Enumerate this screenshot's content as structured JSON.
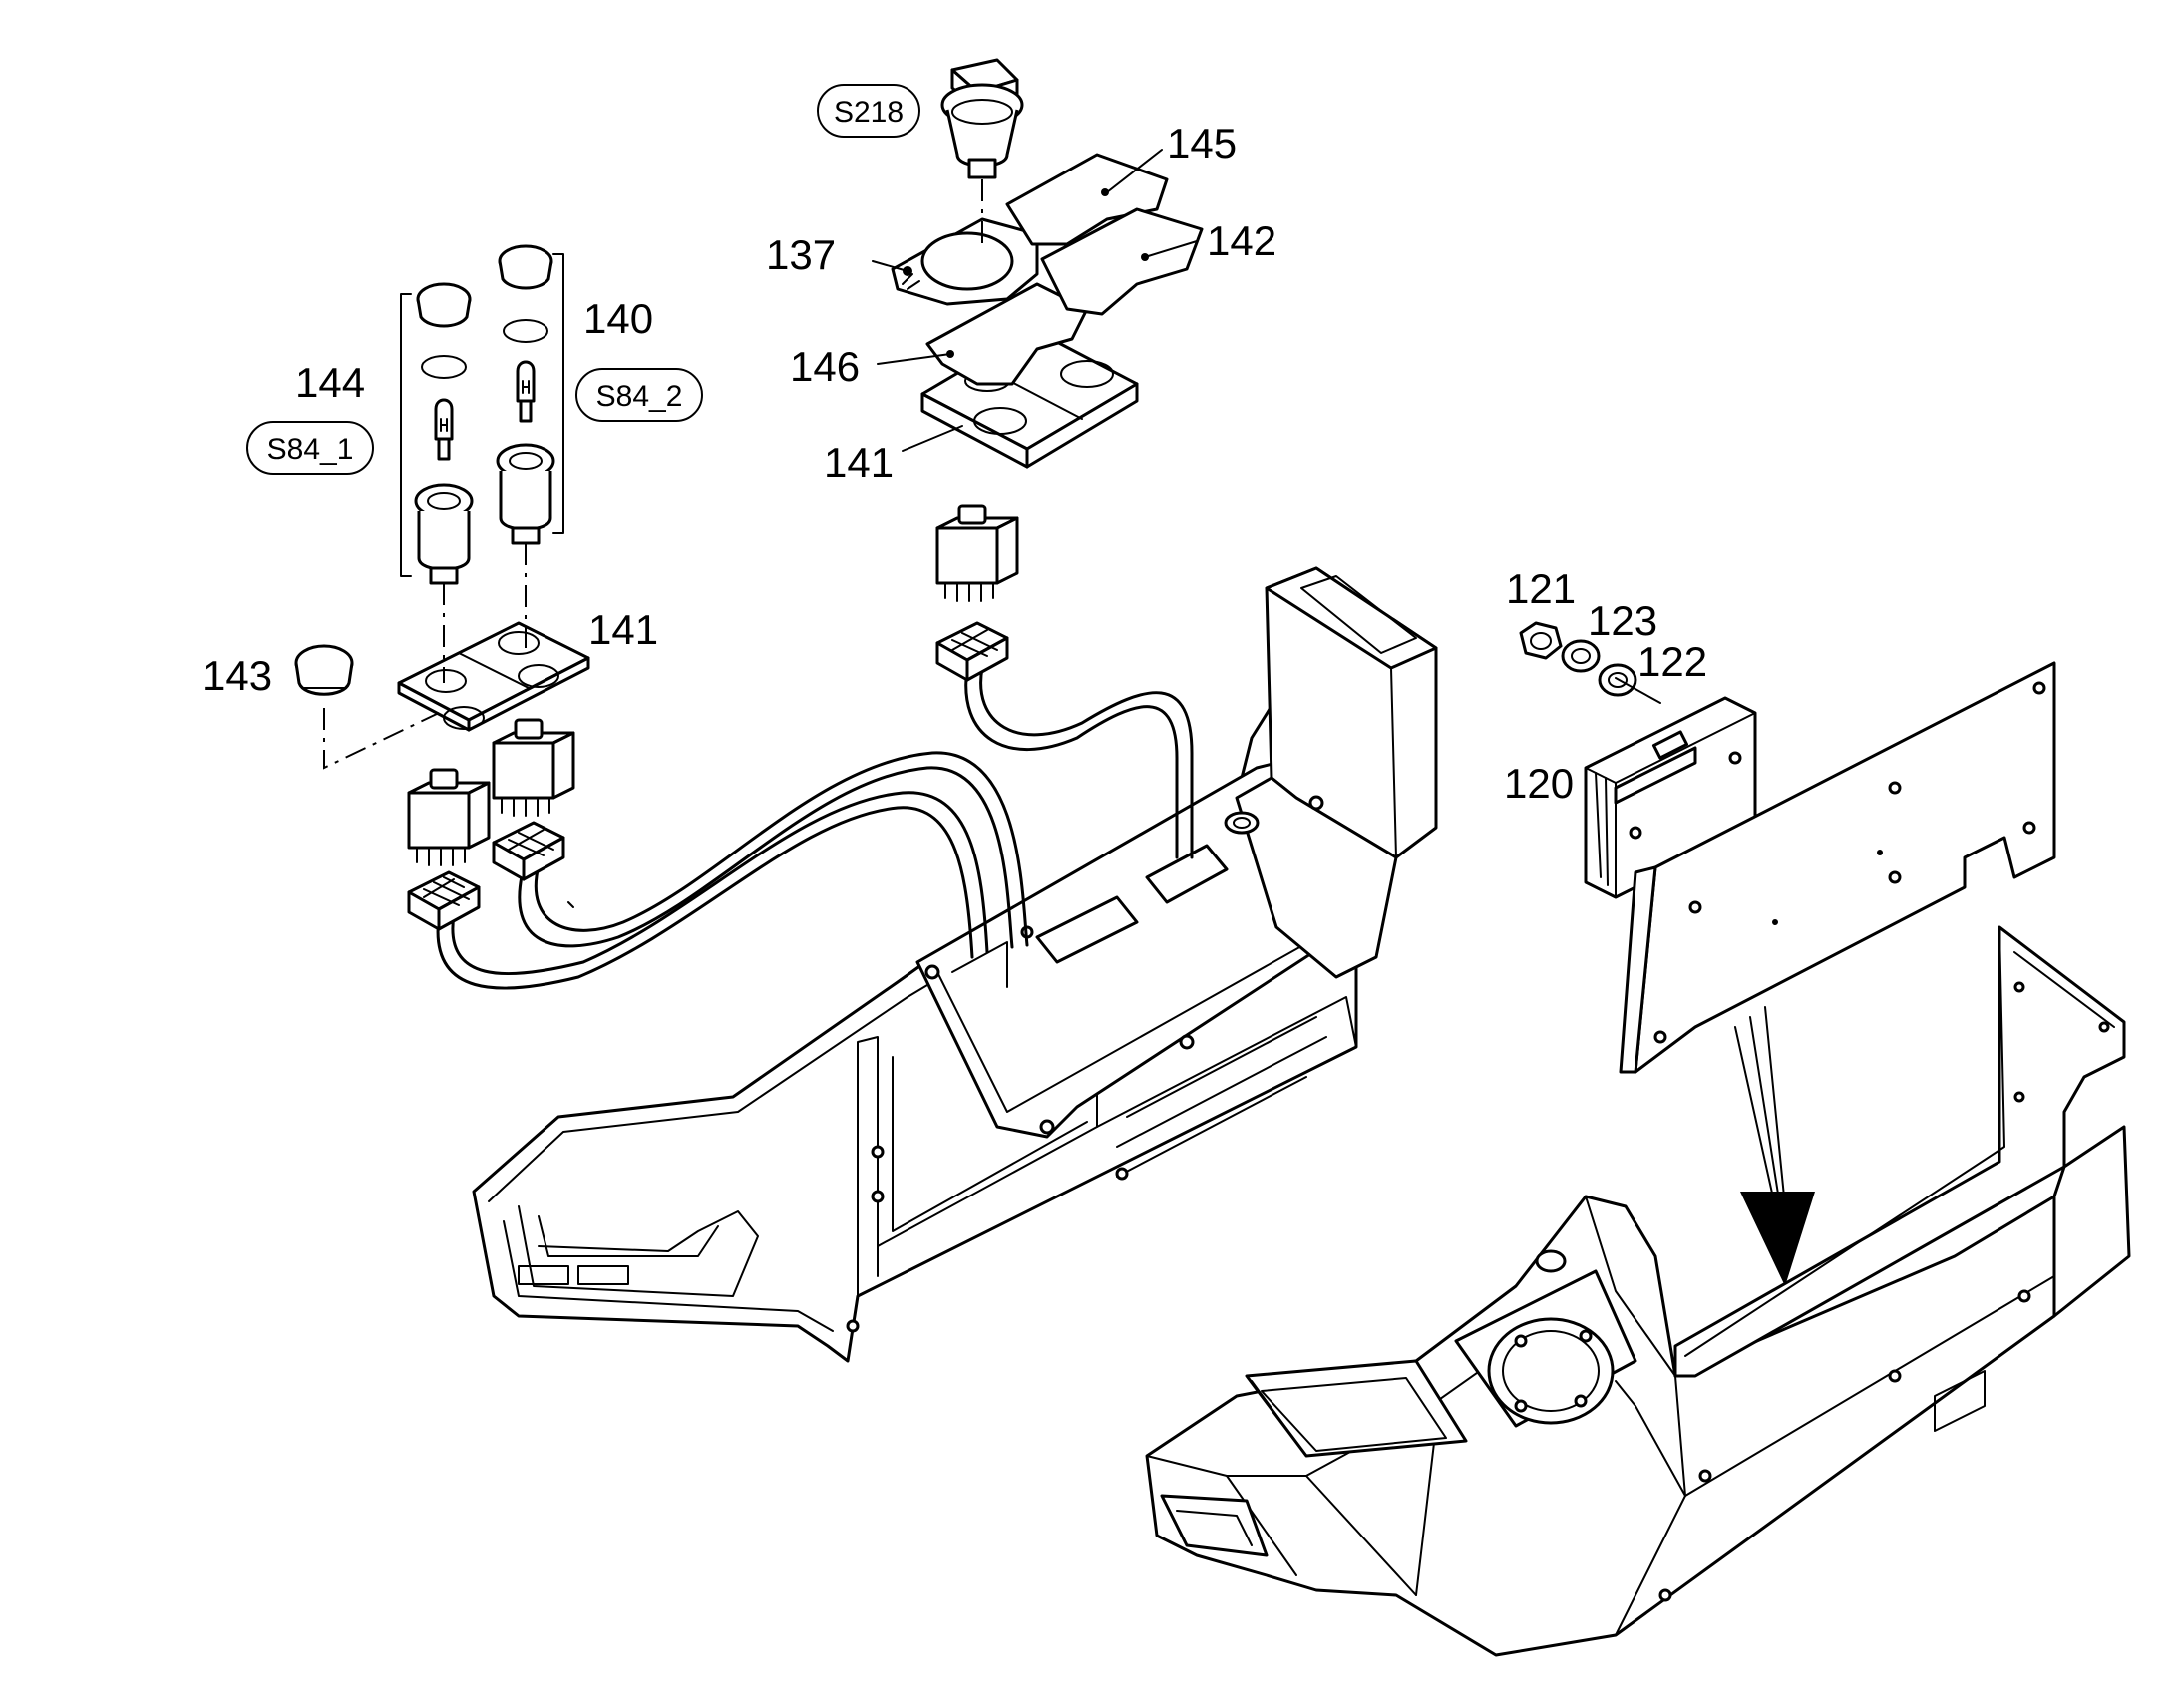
{
  "callouts": {
    "c120": "120",
    "c121": "121",
    "c122": "122",
    "c123": "123",
    "c137": "137",
    "c140": "140",
    "c141a": "141",
    "c141b": "141",
    "c142": "142",
    "c143": "143",
    "c144": "144",
    "c145": "145",
    "c146": "146"
  },
  "tags": {
    "s218": "S218",
    "s84_1": "S84_1",
    "s84_2": "S84_2"
  },
  "colors": {
    "line": "#000000",
    "background": "#ffffff"
  }
}
